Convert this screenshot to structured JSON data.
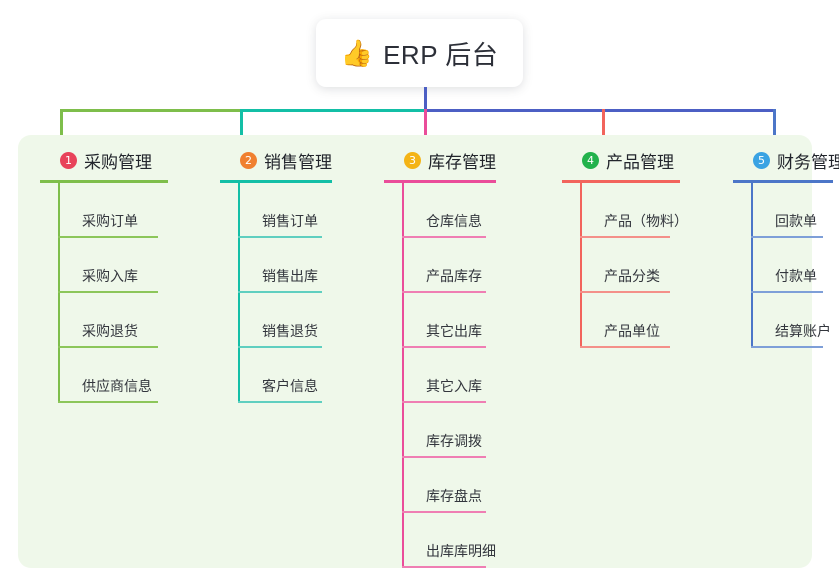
{
  "root": {
    "icon": "thumbs-up-icon",
    "icon_glyph": "👍",
    "title": "ERP 后台"
  },
  "canvas": {
    "background": "#eff8ea"
  },
  "connector_colors": {
    "trunk": "#4c5fc4",
    "segment_1": "#7ebe4b",
    "segment_2": "#13bfa6",
    "segment_3": "#4c5fc4",
    "drop_1": "#7ebe4b",
    "drop_2": "#13bfa6",
    "drop_3": "#ea4d9a",
    "drop_4": "#f2645c",
    "drop_5": "#4c5fc4"
  },
  "columns": [
    {
      "index": "1",
      "badge_color": "#e8435a",
      "line_color": "#7ebe4b",
      "rule_color": "#8cc65a",
      "title": "采购管理",
      "items": [
        {
          "label": "采购订单"
        },
        {
          "label": "采购入库"
        },
        {
          "label": "采购退货"
        },
        {
          "label": "供应商信息"
        }
      ]
    },
    {
      "index": "2",
      "badge_color": "#f08030",
      "line_color": "#13bfa6",
      "rule_color": "#5fcfc0",
      "title": "销售管理",
      "items": [
        {
          "label": "销售订单"
        },
        {
          "label": "销售出库"
        },
        {
          "label": "销售退货"
        },
        {
          "label": "客户信息"
        }
      ]
    },
    {
      "index": "3",
      "badge_color": "#f4b416",
      "line_color": "#ea4d9a",
      "rule_color": "#ef7eb3",
      "title": "库存管理",
      "items": [
        {
          "label": "仓库信息"
        },
        {
          "label": "产品库存"
        },
        {
          "label": "其它出库"
        },
        {
          "label": "其它入库"
        },
        {
          "label": "库存调拨"
        },
        {
          "label": "库存盘点"
        },
        {
          "label": "出库库明细"
        }
      ]
    },
    {
      "index": "4",
      "badge_color": "#22b24c",
      "line_color": "#f2645c",
      "rule_color": "#f49089",
      "title": "产品管理",
      "items": [
        {
          "label": "产品（物料）"
        },
        {
          "label": "产品分类"
        },
        {
          "label": "产品单位"
        }
      ]
    },
    {
      "index": "5",
      "badge_color": "#3aa3e3",
      "line_color": "#4c76c8",
      "rule_color": "#7e9fd8",
      "title": "财务管理",
      "items": [
        {
          "label": "回款单"
        },
        {
          "label": "付款单"
        },
        {
          "label": "结算账户"
        }
      ]
    }
  ]
}
